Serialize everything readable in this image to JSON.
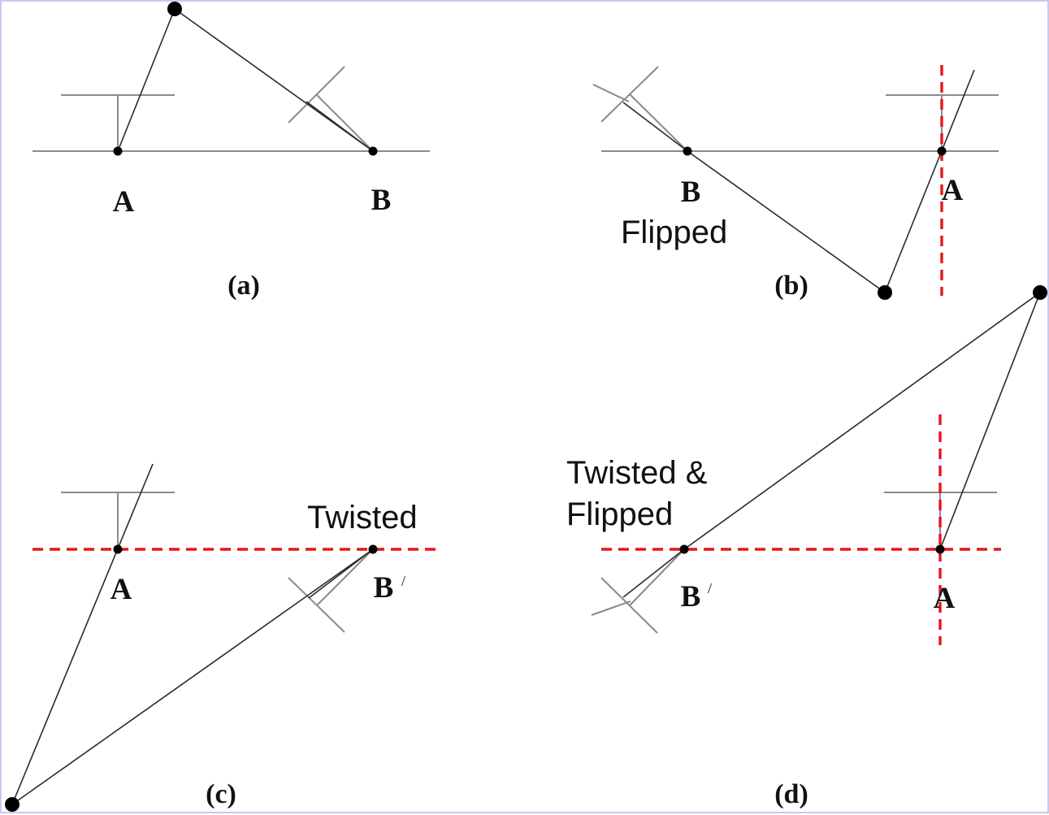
{
  "panels": {
    "a": {
      "caption": "(a)",
      "point_a": "A",
      "point_b": "B"
    },
    "b": {
      "caption": "(b)",
      "point_a": "A",
      "point_b": "B",
      "note": "Flipped"
    },
    "c": {
      "caption": "(c)",
      "point_a": "A",
      "point_b": "B",
      "prime": "/",
      "note": "Twisted"
    },
    "d": {
      "caption": "(d)",
      "point_a": "A",
      "point_b": "B",
      "prime": "/",
      "note_line1": "Twisted &",
      "note_line2": "Flipped"
    }
  },
  "colors": {
    "construction_lines": "#8a8a8a",
    "links": "#2a2a2a",
    "dashed_axes": "#e8141c",
    "frame": "#c9c9f4"
  }
}
